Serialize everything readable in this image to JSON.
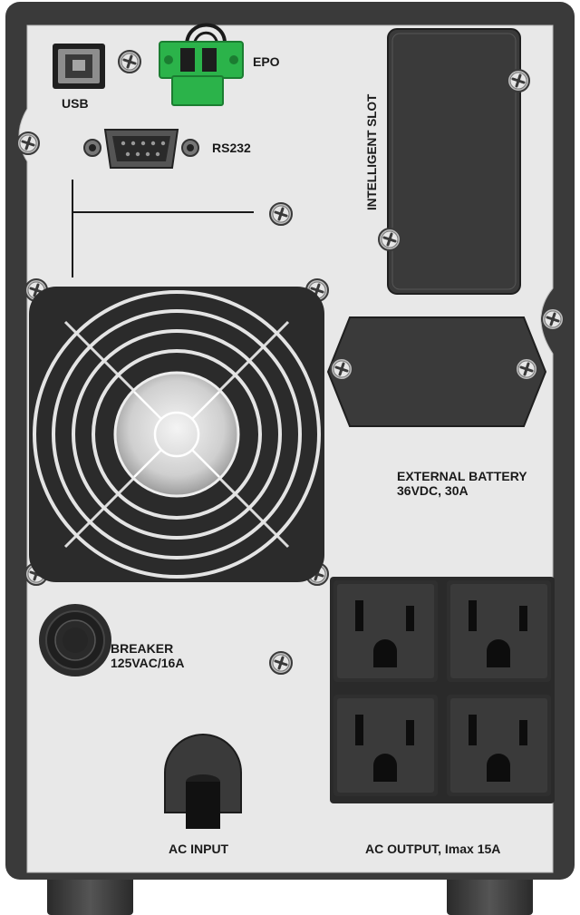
{
  "labels": {
    "usb": "USB",
    "epo": "EPO",
    "rs232": "RS232",
    "intelligent_slot": "INTELLIGENT SLOT",
    "external_battery": "EXTERNAL BATTERY",
    "external_battery_rating": "36VDC, 30A",
    "breaker": "BREAKER",
    "breaker_rating": "125VAC/16A",
    "ac_input": "AC INPUT",
    "ac_output": "AC OUTPUT, Imax 15A"
  },
  "colors": {
    "housing": "#3a3a3a",
    "panel": "#e8e8e8",
    "epo_terminal": "#2bb34a",
    "outlet": "#2f2f2f",
    "fan": "#2b2b2b"
  },
  "icons": [
    "usb-b-port-icon",
    "db9-serial-port-icon",
    "screw-icon",
    "fan-grille-icon",
    "nema-5-15-outlet-icon",
    "power-cord-icon",
    "breaker-knob-icon"
  ]
}
